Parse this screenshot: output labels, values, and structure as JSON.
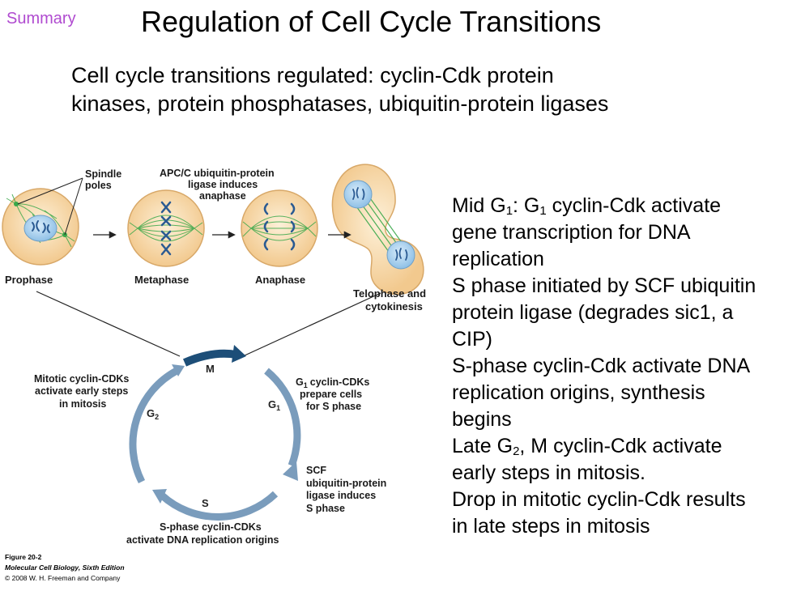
{
  "header": {
    "section_label": "Summary",
    "title": "Regulation of Cell Cycle Transitions"
  },
  "subtitle": {
    "line1": "Cell cycle transitions regulated:   cyclin-Cdk protein",
    "line2": "kinases, protein phosphatases, ubiquitin-protein ligases"
  },
  "figure": {
    "labels": {
      "spindle_1": "Spindle",
      "spindle_2": "poles",
      "apc_1": "APC/C ubiquitin-protein",
      "apc_2": "ligase induces",
      "apc_3": "anaphase",
      "prophase": "Prophase",
      "metaphase": "Metaphase",
      "anaphase": "Anaphase",
      "telophase_1": "Telophase and",
      "telophase_2": "cytokinesis",
      "mitotic_1": "Mitotic cyclin-CDKs",
      "mitotic_2": "activate early steps",
      "mitotic_3": "in mitosis",
      "g1cdk_1": "cyclin-CDKs",
      "g1cdk_2": "prepare cells",
      "g1cdk_3": "for S phase",
      "scf_1": "SCF",
      "scf_2": "ubiquitin-protein",
      "scf_3": "ligase induces",
      "scf_4": "S phase",
      "sphase_1": "S-phase cyclin-CDKs",
      "sphase_2": "activate DNA replication origins",
      "phase_m": "M",
      "phase_g1": "G",
      "phase_g2": "G",
      "phase_s": "S",
      "sub1": "1",
      "sub2": "2"
    }
  },
  "bullets": [
    {
      "parts": [
        {
          "t": "Mid G"
        },
        {
          "t": "1",
          "sub": true
        },
        {
          "t": ": G"
        },
        {
          "t": "1",
          "sub": true
        },
        {
          "t": " cyclin-Cdk activate"
        }
      ]
    },
    {
      "parts": [
        {
          "t": "gene transcription for DNA"
        }
      ]
    },
    {
      "parts": [
        {
          "t": "replication"
        }
      ]
    },
    {
      "parts": [
        {
          "t": "S phase initiated by SCF ubiquitin"
        }
      ]
    },
    {
      "parts": [
        {
          "t": "protein ligase (degrades sic1, a"
        }
      ]
    },
    {
      "parts": [
        {
          "t": "CIP)"
        }
      ]
    },
    {
      "parts": [
        {
          "t": "S-phase cyclin-Cdk activate DNA"
        }
      ]
    },
    {
      "parts": [
        {
          "t": "replication origins, synthesis"
        }
      ]
    },
    {
      "parts": [
        {
          "t": "begins"
        }
      ]
    },
    {
      "parts": [
        {
          "t": "Late G"
        },
        {
          "t": "2",
          "sub": true
        },
        {
          "t": ", M cyclin-Cdk activate"
        }
      ]
    },
    {
      "parts": [
        {
          "t": "early steps in mitosis."
        }
      ]
    },
    {
      "parts": [
        {
          "t": "Drop in mitotic cyclin-Cdk results"
        }
      ]
    },
    {
      "parts": [
        {
          "t": "in late steps in mitosis"
        }
      ]
    }
  ],
  "credit": {
    "line1": "Figure 20-2",
    "line2": "Molecular Cell Biology, Sixth Edition",
    "line3": "© 2008 W. H. Freeman and Company"
  },
  "colors": {
    "cycle_arrow": "#7a9cbc",
    "m_arrow": "#1d4e78",
    "cell_fill": "#f8dcb0",
    "cell_stroke": "#d8a868",
    "nucleus_fill": "#aad0ee",
    "spindle": "#3aa84a",
    "chromosome": "#2a5a92",
    "summary": "#b04bd0"
  }
}
